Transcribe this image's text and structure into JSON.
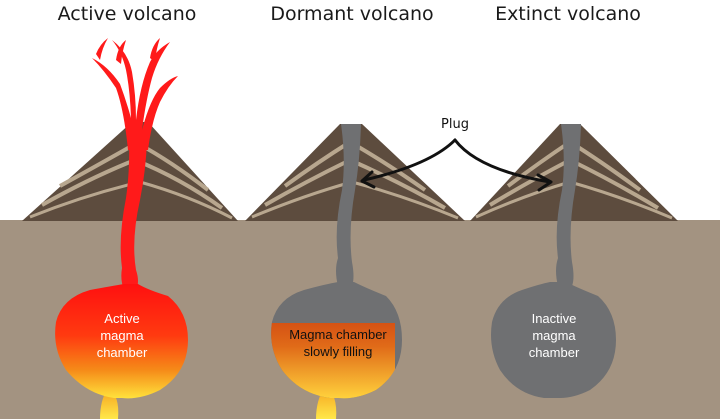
{
  "titles": {
    "active": "Active volcano",
    "dormant": "Dormant volcano",
    "extinct": "Extinct volcano"
  },
  "plug_label": "Plug",
  "chambers": {
    "active": "Active\nmagma\nchamber",
    "dormant": "Magma chamber\nslowly filling",
    "extinct": "Inactive\nmagma\nchamber"
  },
  "colors": {
    "ground": "#a39381",
    "volcano_dark": "#5d4c3e",
    "volcano_light": "#b8a78f",
    "magma_red": "#ff1a1a",
    "magma_orange": "#f07818",
    "magma_yellow": "#ffe23c",
    "plug_gray": "#6f7072"
  }
}
